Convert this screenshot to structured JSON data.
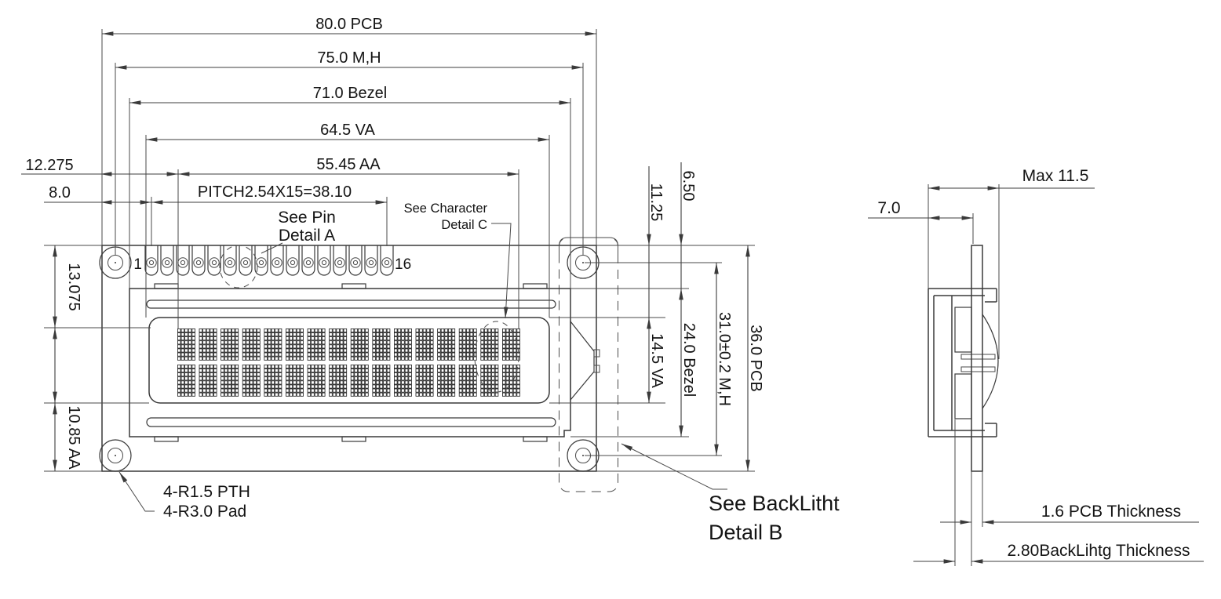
{
  "drawing": {
    "type": "LCD module outline dimension drawing",
    "front": {
      "dims_top": {
        "pcb_width": "80.0 PCB",
        "module_width": "75.0 M,H",
        "bezel_width": "71.0 Bezel",
        "va_width": "64.5  VA",
        "aa_width": "55.45 AA",
        "pin_pitch": "PITCH2.54X15=38.10"
      },
      "dims_left": {
        "aa_offset": "12.275",
        "pin_offset": "8.0",
        "top_margin": "13.075",
        "bottom_margin": "10.85 AA"
      },
      "dims_right": {
        "va_top_offset": "11.25",
        "bezel_top_offset": "6.50",
        "va_height": "14.5 VA",
        "bezel_height": "24.0 Bezel",
        "module_height": "31.0±0.2 M,H",
        "pcb_height": "36.0 PCB"
      },
      "pins": {
        "count": 16,
        "first_label": "1",
        "last_label": "16"
      },
      "display": {
        "columns": 16,
        "rows": 2,
        "dot_columns": 5,
        "dot_rows": 8
      },
      "notes": {
        "pin_detail_line1": "See Pin",
        "pin_detail_line2": "Detail A",
        "char_detail_line1": "See Character",
        "char_detail_line2": "Detail C",
        "backlight_detail_line1": "See BackLitht",
        "backlight_detail_line2": "Detail B",
        "hole_note_line1": "4-R1.5 PTH",
        "hole_note_line2": "4-R3.0 Pad"
      }
    },
    "side": {
      "dims": {
        "overall_thickness": "Max 11.5",
        "front_to_pcb": "7.0",
        "pcb_thickness": "1.6 PCB Thickness",
        "backlight_thickness": "2.80BackLihtg Thickness"
      }
    },
    "colors": {
      "line": "#3a3a3a",
      "text": "#141414",
      "background": "#ffffff"
    }
  }
}
